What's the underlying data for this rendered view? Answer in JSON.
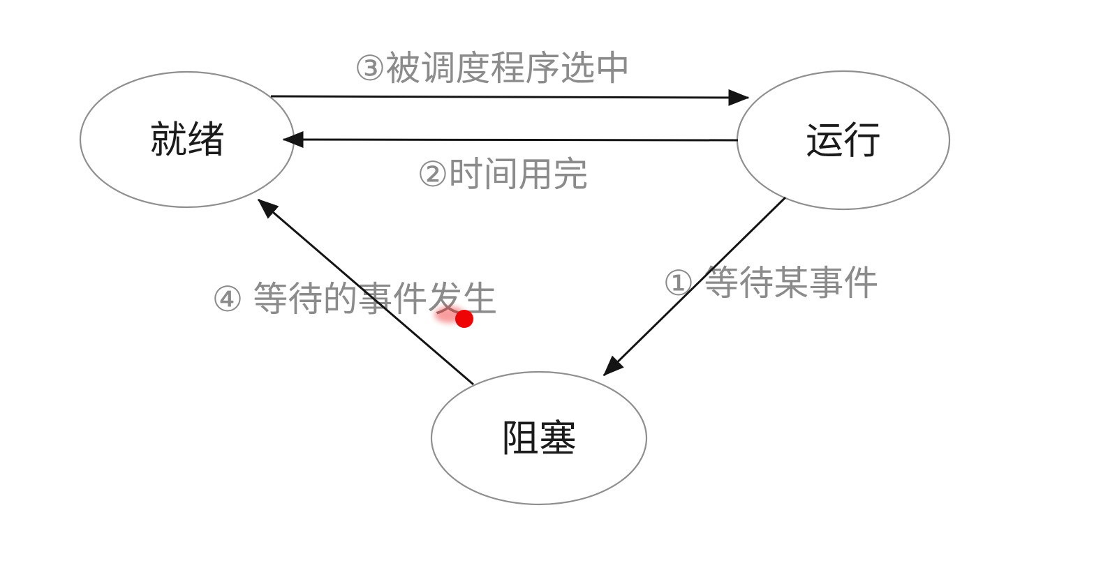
{
  "diagram": {
    "background_color": "#ffffff",
    "colors": {
      "node_fill": "#ffffff",
      "node_stroke": "#8f8f8f",
      "node_text": "#1b1b1b",
      "edge": "#141414",
      "edge_label": "#8b8b8b",
      "pointer_dot": "#ee0404"
    },
    "nodes": [
      {
        "id": "ready",
        "label": "就绪"
      },
      {
        "id": "running",
        "label": "运行"
      },
      {
        "id": "blocked",
        "label": "阻塞"
      }
    ],
    "edges": [
      {
        "id": "1",
        "from": "running",
        "to": "blocked",
        "label": "① 等待某事件"
      },
      {
        "id": "2",
        "from": "running",
        "to": "ready",
        "label": "②时间用完"
      },
      {
        "id": "3",
        "from": "ready",
        "to": "running",
        "label": "③被调度程序选中"
      },
      {
        "id": "4",
        "from": "blocked",
        "to": "ready",
        "label": "④ 等待的事件发生"
      }
    ],
    "pointer": {
      "type": "laser-dot",
      "color": "#ee0404"
    }
  }
}
